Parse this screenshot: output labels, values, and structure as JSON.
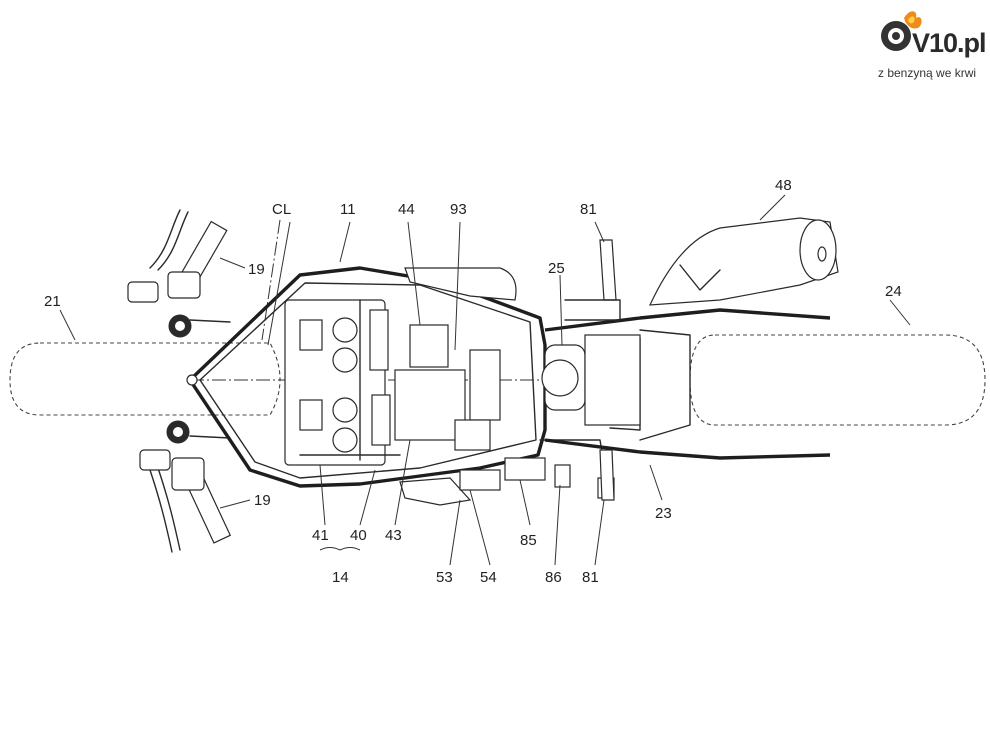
{
  "logo": {
    "wordmark": "V10.pl",
    "tagline": "z benzyną we krwi"
  },
  "labels": {
    "cl": "CL",
    "n11": "11",
    "n44": "44",
    "n93": "93",
    "n81_top": "81",
    "n48": "48",
    "n19_top": "19",
    "n25": "25",
    "n24": "24",
    "n21": "21",
    "n19_bottom": "19",
    "n23": "23",
    "n41": "41",
    "n40": "40",
    "n43": "43",
    "n85": "85",
    "n14": "14",
    "n53": "53",
    "n54": "54",
    "n86": "86",
    "n81_bottom": "81"
  }
}
